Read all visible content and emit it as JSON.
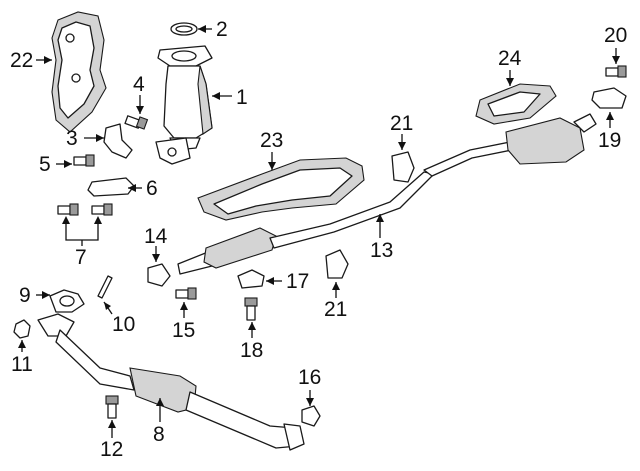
{
  "diagram": {
    "callouts": [
      {
        "id": "1",
        "label": "1"
      },
      {
        "id": "2",
        "label": "2"
      },
      {
        "id": "3",
        "label": "3"
      },
      {
        "id": "4",
        "label": "4"
      },
      {
        "id": "5",
        "label": "5"
      },
      {
        "id": "6",
        "label": "6"
      },
      {
        "id": "7",
        "label": "7"
      },
      {
        "id": "8",
        "label": "8"
      },
      {
        "id": "9",
        "label": "9"
      },
      {
        "id": "10",
        "label": "10"
      },
      {
        "id": "11",
        "label": "11"
      },
      {
        "id": "12",
        "label": "12"
      },
      {
        "id": "13",
        "label": "13"
      },
      {
        "id": "14",
        "label": "14"
      },
      {
        "id": "15",
        "label": "15"
      },
      {
        "id": "16",
        "label": "16"
      },
      {
        "id": "17",
        "label": "17"
      },
      {
        "id": "18",
        "label": "18"
      },
      {
        "id": "19",
        "label": "19"
      },
      {
        "id": "20",
        "label": "20"
      },
      {
        "id": "21a",
        "label": "21"
      },
      {
        "id": "21b",
        "label": "21"
      },
      {
        "id": "22",
        "label": "22"
      },
      {
        "id": "23",
        "label": "23"
      },
      {
        "id": "24",
        "label": "24"
      }
    ],
    "colors": {
      "line": "#1a1a1a",
      "fill": "#ffffff",
      "shade": "#d4d4d4"
    }
  }
}
